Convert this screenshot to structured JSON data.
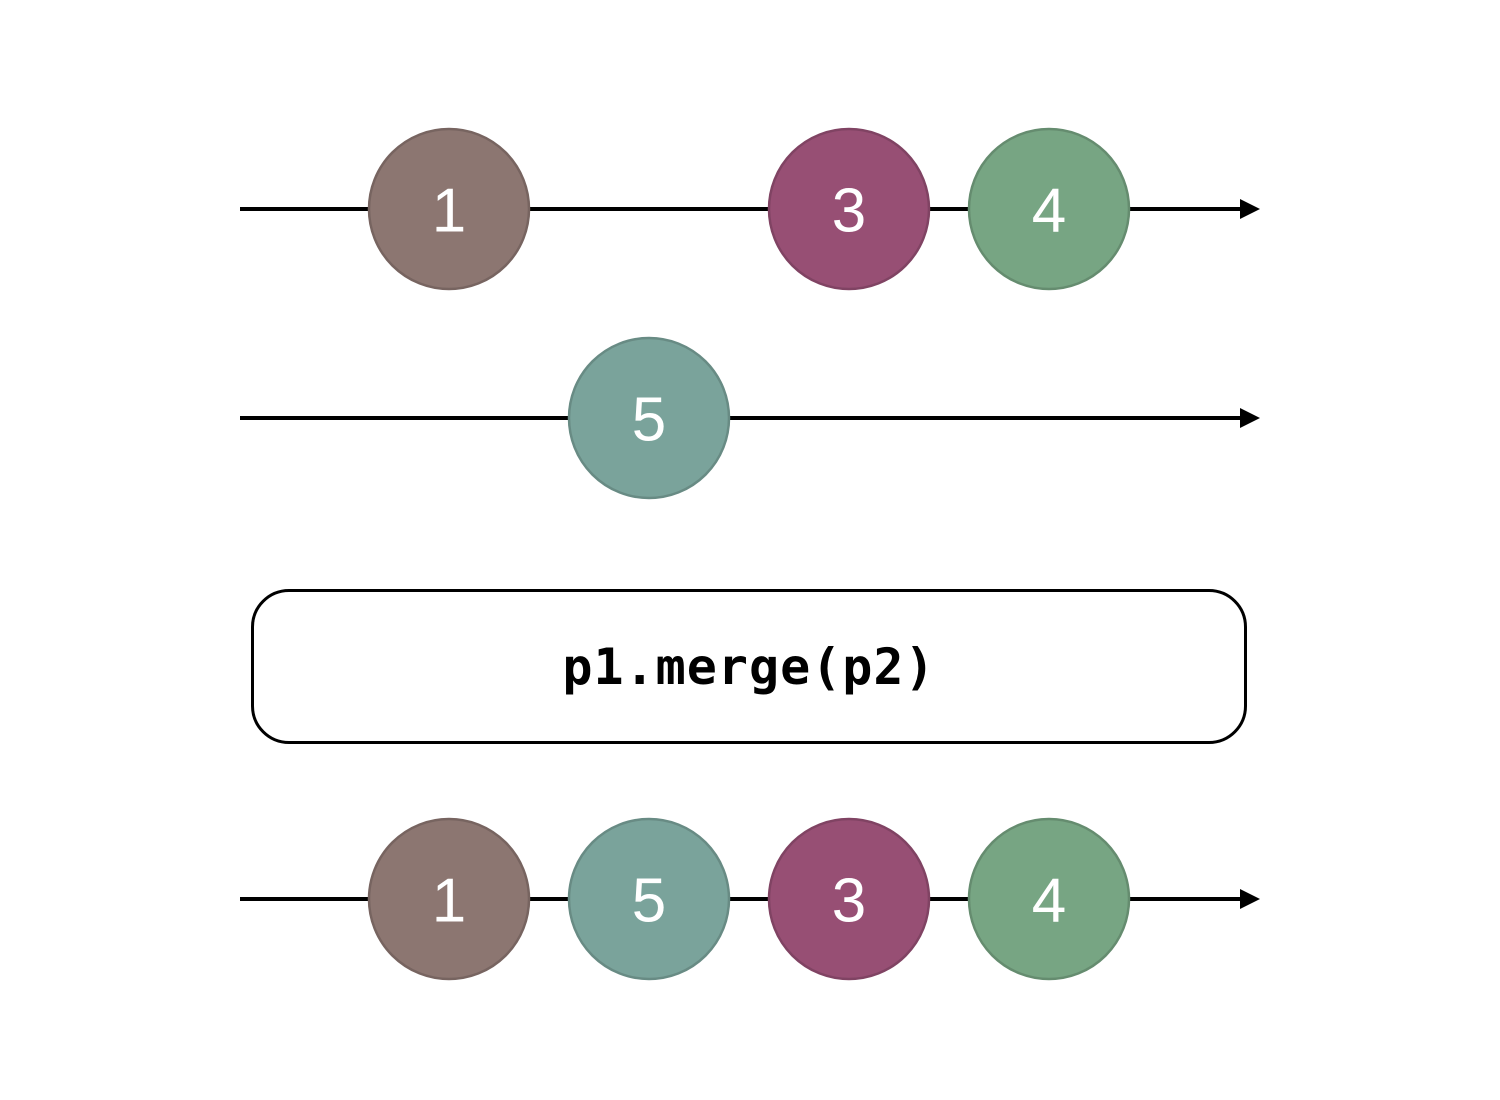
{
  "operator": {
    "label": "p1.merge(p2)"
  },
  "streams": [
    {
      "id": "p1",
      "events": [
        {
          "label": "1",
          "color": "#8c7671"
        },
        {
          "label": "3",
          "color": "#974f74"
        },
        {
          "label": "4",
          "color": "#77a583"
        }
      ]
    },
    {
      "id": "p2",
      "events": [
        {
          "label": "5",
          "color": "#7aa39b"
        }
      ]
    },
    {
      "id": "merged-output",
      "events": [
        {
          "label": "1",
          "color": "#8c7671"
        },
        {
          "label": "5",
          "color": "#7aa39b"
        },
        {
          "label": "3",
          "color": "#974f74"
        },
        {
          "label": "4",
          "color": "#77a583"
        }
      ]
    }
  ]
}
